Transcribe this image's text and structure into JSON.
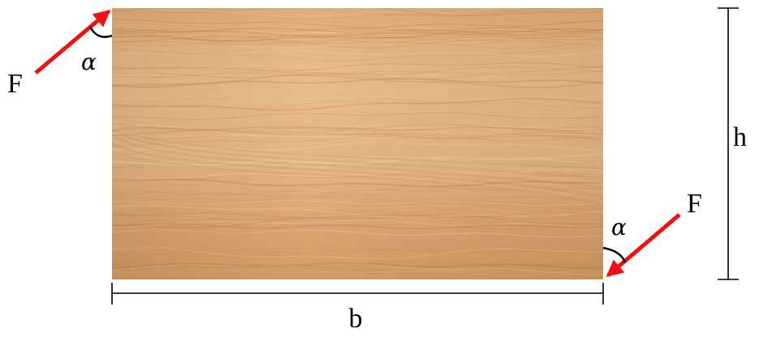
{
  "labels": {
    "force_top": "F",
    "force_bottom": "F",
    "angle_top": "α",
    "angle_bottom": "α",
    "width": "b",
    "height": "h"
  },
  "colors": {
    "force_arrow": "#ee1111",
    "dimension_line": "#000000",
    "wood_light": "#e8bc8a",
    "wood_mid": "#d9a26c",
    "wood_dark": "#c98d58"
  },
  "icons": {
    "plate": "wood-plate",
    "force": "red-arrow"
  }
}
